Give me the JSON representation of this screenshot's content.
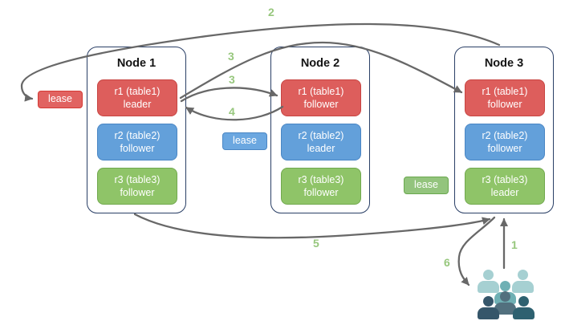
{
  "nodes": [
    {
      "title": "Node 1",
      "replicas": [
        {
          "name": "r1 (table1)",
          "role": "leader",
          "color": "red"
        },
        {
          "name": "r2 (table2)",
          "role": "follower",
          "color": "blue"
        },
        {
          "name": "r3 (table3)",
          "role": "follower",
          "color": "green"
        }
      ]
    },
    {
      "title": "Node 2",
      "replicas": [
        {
          "name": "r1 (table1)",
          "role": "follower",
          "color": "red"
        },
        {
          "name": "r2 (table2)",
          "role": "leader",
          "color": "blue"
        },
        {
          "name": "r3 (table3)",
          "role": "follower",
          "color": "green"
        }
      ]
    },
    {
      "title": "Node 3",
      "replicas": [
        {
          "name": "r1 (table1)",
          "role": "follower",
          "color": "red"
        },
        {
          "name": "r2 (table2)",
          "role": "follower",
          "color": "blue"
        },
        {
          "name": "r3 (table3)",
          "role": "leader",
          "color": "green"
        }
      ]
    }
  ],
  "leases": [
    {
      "label": "lease",
      "color": "red"
    },
    {
      "label": "lease",
      "color": "blue"
    },
    {
      "label": "lease",
      "color": "green"
    }
  ],
  "steps": {
    "s1": "1",
    "s2": "2",
    "s3a": "3",
    "s3b": "3",
    "s4": "4",
    "s5": "5",
    "s6": "6"
  },
  "icons": {
    "users_icon": "user-group"
  },
  "colors": {
    "replica_red": "#dd5e5c",
    "replica_blue": "#63a0da",
    "replica_green": "#8fc468",
    "lease_red_border": "#d53a34",
    "node_border": "#2a3f66",
    "arrow": "#686868",
    "step_green": "#97c77d",
    "users_light_teal": "#a6d0d2",
    "users_mid_teal": "#6fb0b4",
    "users_navy": "#35566a",
    "users_slate": "#52707e",
    "users_dark_teal": "#2e6170"
  }
}
